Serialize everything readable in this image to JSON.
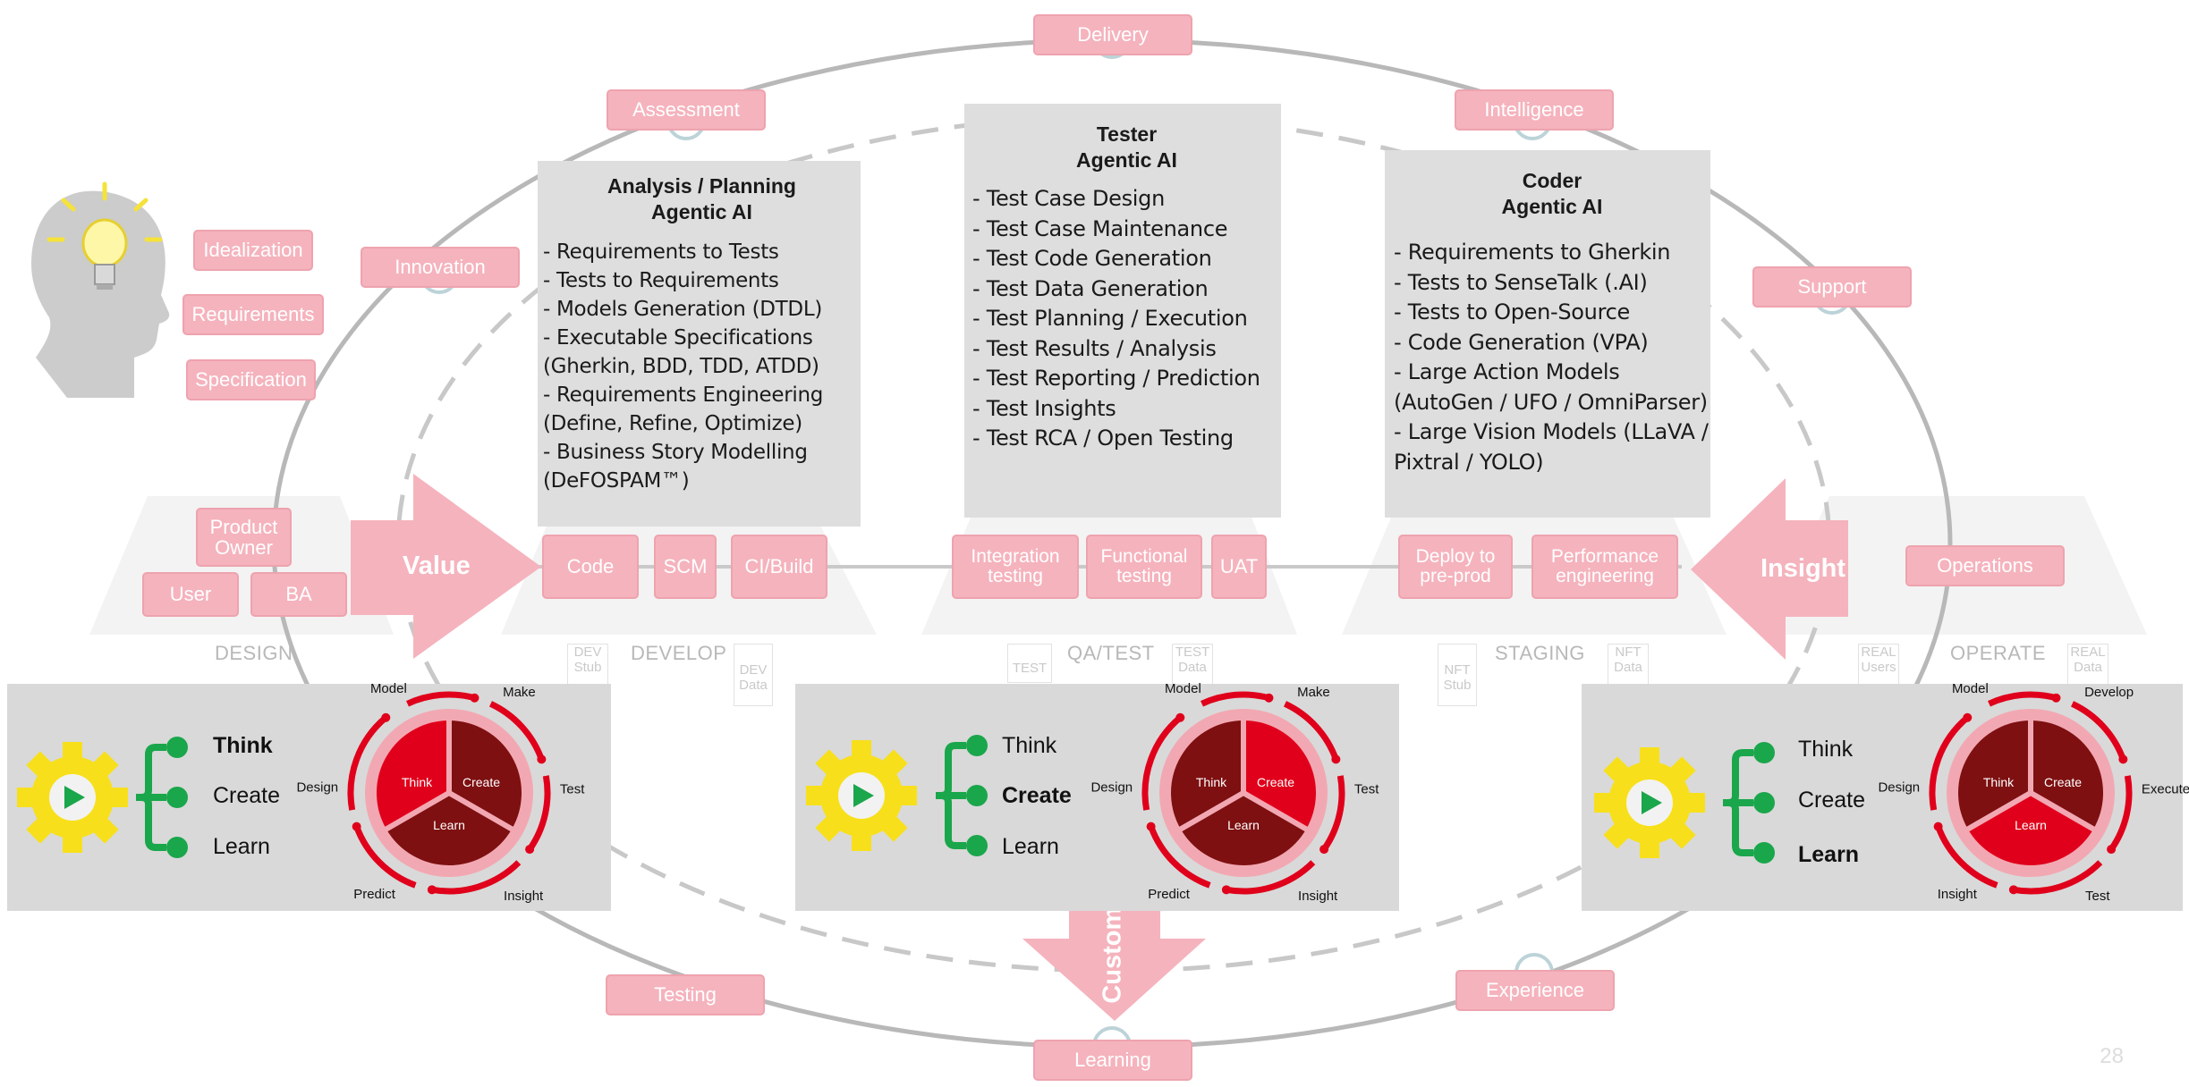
{
  "ring_labels": {
    "delivery": "Delivery",
    "assessment": "Assessment",
    "intelligence": "Intelligence",
    "innovation": "Innovation",
    "support": "Support",
    "operations": "Operations",
    "testing": "Testing",
    "experience": "Experience",
    "learning": "Learning"
  },
  "design_labels": {
    "idealization": "Idealization",
    "requirements": "Requirements",
    "specification": "Specification",
    "product_owner": "Product Owner",
    "user": "User",
    "ba": "BA"
  },
  "pipeline": {
    "code": "Code",
    "scm": "SCM",
    "ci_build": "CI/Build",
    "integration": "Integration testing",
    "functional": "Functional testing",
    "uat": "UAT",
    "deploy": "Deploy to pre-prod",
    "performance": "Performance engineering"
  },
  "arrows": {
    "value": "Value",
    "insight": "Insight",
    "customer": "Customer"
  },
  "stages": {
    "design": "DESIGN",
    "develop": "DEVELOP",
    "qa": "QA/TEST",
    "staging": "STAGING",
    "operate": "OPERATE"
  },
  "ghost_tags": {
    "dev_stub": "DEV Stub",
    "dev_data": "DEV Data",
    "test": "TEST",
    "test_data": "TEST Data",
    "nft_stub": "NFT Stub",
    "nft_data": "NFT Data",
    "real_users": "REAL Users",
    "real_data": "REAL Data"
  },
  "panels": {
    "analysis": {
      "title_line1": "Analysis / Planning",
      "title_line2": "Agentic AI",
      "items": [
        "- Requirements to Tests",
        "- Tests to Requirements",
        "- Models Generation (DTDL)",
        "- Executable Specifications (Gherkin, BDD, TDD, ATDD)",
        "- Requirements Engineering (Define, Refine, Optimize)",
        "- Business Story Modelling (DeFOSPAM™)"
      ]
    },
    "tester": {
      "title_line1": "Tester",
      "title_line2": "Agentic AI",
      "items": [
        "- Test Case Design",
        "- Test Case Maintenance",
        "- Test Code Generation",
        "- Test Data Generation",
        "- Test Planning / Execution",
        "- Test Results / Analysis",
        "- Test Reporting / Prediction",
        "- Test Insights",
        "- Test RCA / Open Testing"
      ]
    },
    "coder": {
      "title_line1": "Coder",
      "title_line2": "Agentic AI",
      "items": [
        "- Requirements to Gherkin",
        "- Tests to SenseTalk (.AI)",
        "- Tests to Open-Source",
        "- Code Generation (VPA)",
        "- Large Action Models (AutoGen / UFO / OmniParser)",
        "- Large Vision Models (LLaVA / Pixtral / YOLO)"
      ]
    }
  },
  "tcl": {
    "think": "Think",
    "create": "Create",
    "learn": "Learn"
  },
  "cycles": [
    {
      "center": [
        "Think",
        "Create",
        "Learn"
      ],
      "outer": {
        "model": "Model",
        "make": "Make",
        "test": "Test",
        "insight": "Insight",
        "predict": "Predict",
        "design": "Design"
      },
      "active": "Think"
    },
    {
      "center": [
        "Think",
        "Create",
        "Learn"
      ],
      "outer": {
        "model": "Model",
        "make": "Make",
        "test": "Test",
        "insight": "Insight",
        "predict": "Predict",
        "design": "Design"
      },
      "active": "Create"
    },
    {
      "center": [
        "Think",
        "Create",
        "Learn"
      ],
      "outer": {
        "model": "Model",
        "make": "Develop",
        "test": "Execute",
        "insight": "Test",
        "predict": "Insight",
        "design": "Design"
      },
      "active": "Learn"
    }
  ],
  "page_number": "28",
  "colors": {
    "pink": "#f5b3bd",
    "red": "#e0001b",
    "dark_red": "#7e1011",
    "green": "#1aa64b",
    "yellow": "#f7e01b",
    "panel_gray": "#dedede"
  }
}
